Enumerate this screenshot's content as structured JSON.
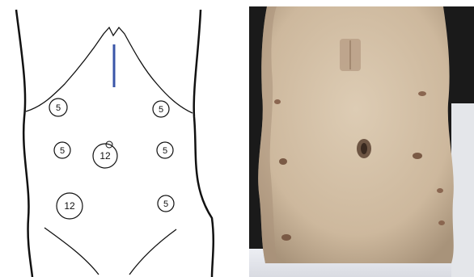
{
  "diagram": {
    "ports": [
      {
        "id": "port-left-upper",
        "label": "5"
      },
      {
        "id": "port-right-upper",
        "label": "5"
      },
      {
        "id": "port-left-mid",
        "label": "5"
      },
      {
        "id": "port-umbilical",
        "label": "12"
      },
      {
        "id": "port-right-mid",
        "label": "5"
      },
      {
        "id": "port-left-lower",
        "label": "12"
      },
      {
        "id": "port-right-lower",
        "label": "5"
      }
    ],
    "colors": {
      "outline": "#111111",
      "incision": "#3a55a8"
    }
  },
  "photo": {
    "colors": {
      "background": "#1a1a1a",
      "skin": "#d8c6ad",
      "skin_shadow": "#b9a68c",
      "scar": "#7a5a45",
      "drape": "#e6e7ec"
    }
  }
}
